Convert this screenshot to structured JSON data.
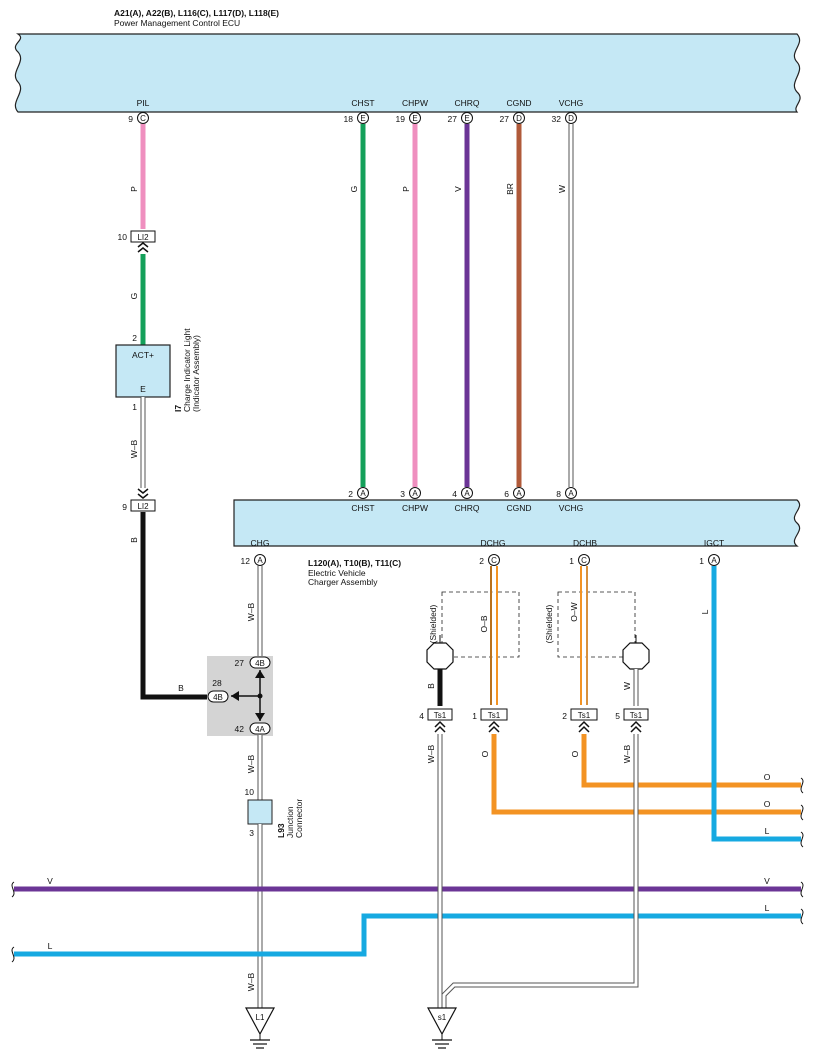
{
  "ecu": {
    "codes": "A21(A), A22(B), L116(C), L117(D), L118(E)",
    "name": "Power Management Control ECU",
    "pins": [
      {
        "label": "PIL",
        "num": "9",
        "conn": "C"
      },
      {
        "label": "CHST",
        "num": "18",
        "conn": "E"
      },
      {
        "label": "CHPW",
        "num": "19",
        "conn": "E"
      },
      {
        "label": "CHRQ",
        "num": "27",
        "conn": "E"
      },
      {
        "label": "CGND",
        "num": "27",
        "conn": "D"
      },
      {
        "label": "VCHG",
        "num": "32",
        "conn": "D"
      }
    ]
  },
  "wires": {
    "pil_upper": "P",
    "pil_lower": "G",
    "chst": "G",
    "chpw": "P",
    "chrq": "V",
    "cgnd": "BR",
    "vchg": "W",
    "indicator_e": "W–B",
    "li2_to_j": "B",
    "b_into_j": "B",
    "chg_down": "W–B",
    "j_to_l93": "W–B",
    "l93_to_ground": "W–B",
    "dchg_pair": "O–B",
    "dchb_pair": "O–W",
    "shield_left": "B",
    "shield_right": "W",
    "ts1_left_below": "W–B",
    "ts1_dchg_below": "O",
    "ts1_dchb_below": "O",
    "ts1_right_below": "W–B",
    "igct": "L",
    "right_o1": "O",
    "right_o2": "O",
    "right_l": "L",
    "bus_v_left": "V",
    "bus_v_right": "V",
    "bus_l_left": "L",
    "bus_l_right": "L"
  },
  "connector_li2": {
    "id": "LI2",
    "pin_top": "10",
    "pin_bottom": "9"
  },
  "indicator": {
    "id": "I7",
    "name": "Charge Indicator Light",
    "sub": "(Indicator Assembly)",
    "pin_act": "ACT+",
    "pin_e": "E",
    "num_act": "2",
    "num_e": "1"
  },
  "charger": {
    "codes": "L120(A), T10(B), T11(C)",
    "name1": "Electric Vehicle",
    "name2": "Charger Assembly",
    "top_pins": [
      {
        "label": "CHST",
        "num": "2",
        "conn": "A"
      },
      {
        "label": "CHPW",
        "num": "3",
        "conn": "A"
      },
      {
        "label": "CHRQ",
        "num": "4",
        "conn": "A"
      },
      {
        "label": "CGND",
        "num": "6",
        "conn": "A"
      },
      {
        "label": "VCHG",
        "num": "8",
        "conn": "A"
      }
    ],
    "bottom_pins": [
      {
        "label": "CHG",
        "num": "12",
        "conn": "A"
      },
      {
        "label": "DCHG",
        "num": "2",
        "conn": "C"
      },
      {
        "label": "DCHB",
        "num": "1",
        "conn": "C"
      },
      {
        "label": "IGCT",
        "num": "1",
        "conn": "A"
      }
    ]
  },
  "junction": {
    "pin_top_num": "27",
    "pin_top": "4B",
    "pin_mid_num": "28",
    "pin_mid": "4B",
    "pin_bot_num": "42",
    "pin_bot": "4A"
  },
  "l93": {
    "id": "L93",
    "name1": "Junction",
    "name2": "Connector",
    "pin_top": "10",
    "pin_bottom": "3"
  },
  "ts1": [
    {
      "num": "4",
      "id": "Ts1"
    },
    {
      "num": "1",
      "id": "Ts1"
    },
    {
      "num": "2",
      "id": "Ts1"
    },
    {
      "num": "5",
      "id": "Ts1"
    }
  ],
  "shielded": "(Shielded)",
  "grounds": {
    "g1": "L1",
    "g2": "s1"
  },
  "colors": {
    "ecu_fill": "#c5e8f5",
    "pink": "#ef8fbf",
    "green": "#14a05a",
    "purple": "#6b3596",
    "brown": "#b05a3a",
    "black": "#111111",
    "orange": "#f39323",
    "blue": "#16a9e1",
    "junction_bg": "#d4d4d4"
  }
}
